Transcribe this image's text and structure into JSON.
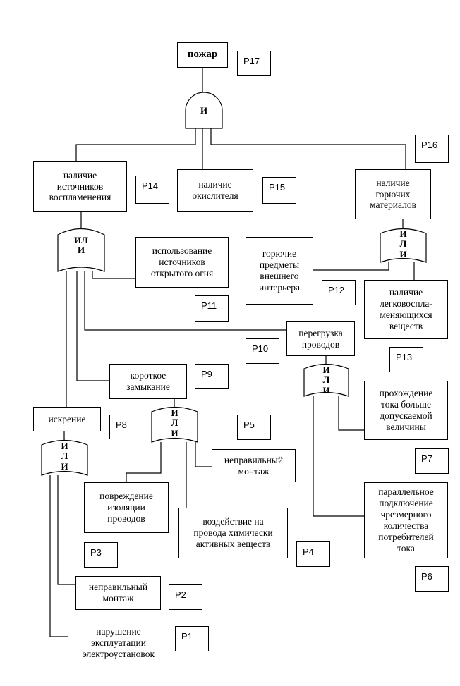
{
  "top_event": {
    "label": "пожар",
    "code": "Р17"
  },
  "gates": {
    "and_top": "И",
    "or_ignition": "ИЛ\nИ",
    "or_fuel": "И\nЛ\nИ",
    "or_overload": "И\nЛ\nИ",
    "or_short": "И\nЛ\nИ",
    "or_spark": "И\nЛ\nИ"
  },
  "events": {
    "ignition_sources": {
      "label": "наличие\nисточников\nвоспламенения",
      "code": "Р14"
    },
    "oxidizer": {
      "label": "наличие\nокислителя",
      "code": "Р15"
    },
    "fuel_materials": {
      "label": "наличие\nгорючих\nматериалов",
      "code": "Р16"
    },
    "open_fire": {
      "label": "использование\nисточников\nоткрытого огня",
      "code": "Р11"
    },
    "interior": {
      "label": "горючие\nпредметы\nвнешнего\nинтерьера",
      "code": "Р12"
    },
    "flammable": {
      "label": "наличие\nлегковоспла-\nменяющихся\nвеществ",
      "code": "Р13"
    },
    "overload": {
      "label": "перегрузка\nпроводов",
      "code": "Р10"
    },
    "short_circuit": {
      "label": "короткое\nзамыкание",
      "code": "Р9"
    },
    "excess_current": {
      "label": "прохождение\nтока больше\nдопускаемой\nвеличины",
      "code": "Р7"
    },
    "sparking": {
      "label": "искрение",
      "code": "Р8"
    },
    "wrong_install_short": {
      "label": "неправильный\nмонтаж",
      "code": "Р5"
    },
    "insulation": {
      "label": "повреждение\nизоляции\nпроводов",
      "code": "Р3"
    },
    "chemical": {
      "label": "воздействие на\nпровода химически\nактивных веществ",
      "code": "Р4"
    },
    "parallel": {
      "label": "параллельное\nподключение\nчрезмерного\nколичества\nпотребителей\nтока",
      "code": "Р6"
    },
    "wrong_install_spark": {
      "label": "неправильный\nмонтаж",
      "code": "Р2"
    },
    "operation": {
      "label": "нарушение\nэксплуатации\nэлектроустановок",
      "code": "Р1"
    }
  }
}
